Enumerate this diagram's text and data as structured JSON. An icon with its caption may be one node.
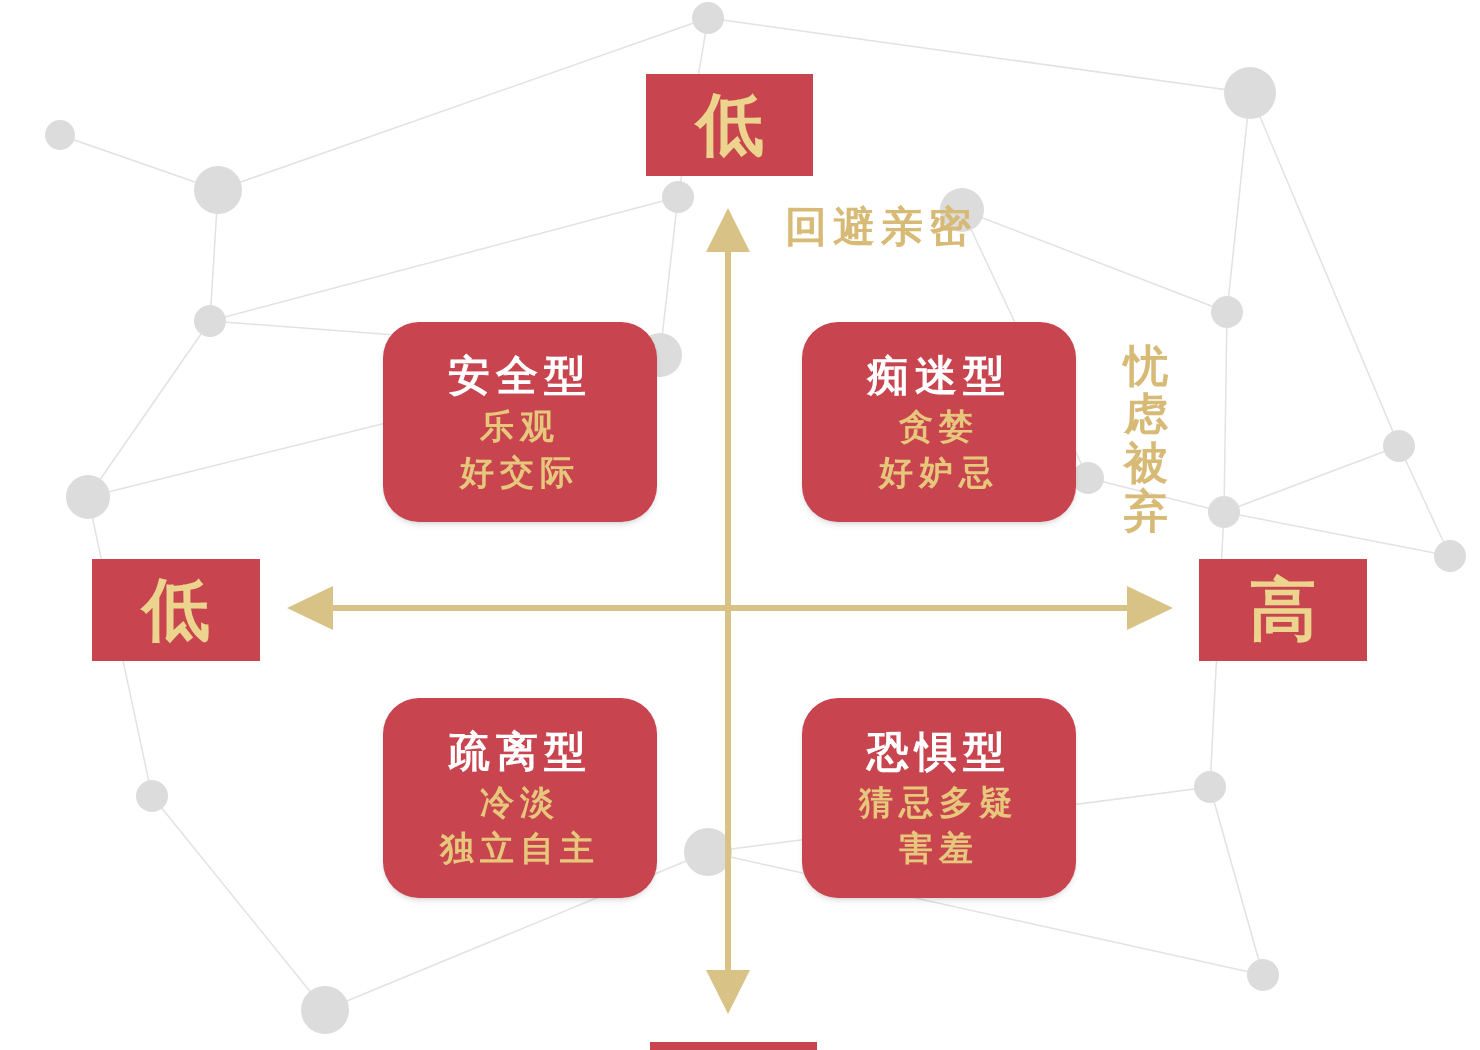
{
  "diagram": {
    "nodes": [
      {
        "text": [
          "低"
        ]
      },
      {
        "text": [
          "安全型",
          "乐观",
          "好交际"
        ]
      },
      {
        "text": [
          "痴迷型",
          "贪婪",
          "好妒忌"
        ]
      },
      {
        "text": [
          "低"
        ]
      },
      {
        "text": [
          "高"
        ]
      },
      {
        "text": [
          "疏离型",
          "冷淡",
          "独立自主"
        ]
      },
      {
        "text": [
          "恐惧型",
          "猜忌多疑",
          "害羞"
        ]
      },
      {
        "text": [],
        "shape": "box"
      }
    ],
    "labels": [
      "回避亲密",
      "忧虑被弃"
    ]
  }
}
